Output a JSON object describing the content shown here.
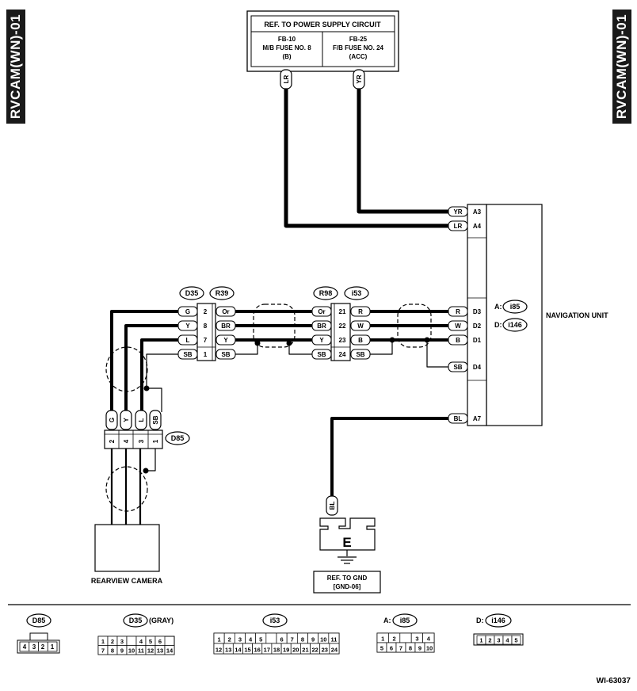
{
  "side_tab": "RVCAM(WN)-01",
  "figure_id": "WI-63037",
  "power_supply": {
    "title": "REF. TO POWER SUPPLY CIRCUIT",
    "left": [
      "FB-10",
      "M/B FUSE NO. 8",
      "(B)"
    ],
    "right": [
      "FB-25",
      "F/B FUSE NO. 24",
      "(ACC)"
    ]
  },
  "navigation_unit": {
    "label": "NAVIGATION UNIT",
    "conn_a_prefix": "A:",
    "conn_a": "i85",
    "conn_d_prefix": "D:",
    "conn_d": "i146",
    "pins": [
      "A3",
      "A4",
      "D3",
      "D2",
      "D1",
      "D4",
      "A7"
    ],
    "wires": [
      "YR",
      "LR",
      "R",
      "W",
      "B",
      "SB",
      "BL"
    ]
  },
  "top_wires": [
    "LR",
    "YR"
  ],
  "connectors": {
    "d35": "D35",
    "r39": "R39",
    "r98": "R98",
    "i53": "i53",
    "d85": "D85"
  },
  "d35_pins": [
    "2",
    "8",
    "7",
    "1"
  ],
  "d35_wires": [
    "G",
    "Y",
    "L",
    "SB"
  ],
  "r39_wires": [
    "Or",
    "BR",
    "Y",
    "SB"
  ],
  "r98_wires": [
    "Or",
    "BR",
    "Y",
    "SB"
  ],
  "i53_pins": [
    "21",
    "22",
    "23",
    "24"
  ],
  "i53_wires": [
    "R",
    "W",
    "B",
    "SB"
  ],
  "camera_wires": [
    "G",
    "Y",
    "L",
    "SB"
  ],
  "d85_pins": [
    "2",
    "4",
    "3",
    "1"
  ],
  "camera_label": "REARVIEW CAMERA",
  "ground": {
    "wire": "BL",
    "letter": "E",
    "ref": [
      "REF. TO GND",
      "[GND-06]"
    ]
  },
  "legend": {
    "d85": {
      "name": "D85",
      "pins": [
        "4",
        "3",
        "2",
        "1"
      ]
    },
    "d35": {
      "name": "D35",
      "note": "(GRAY)",
      "row1": [
        "1",
        "2",
        "3",
        "",
        "4",
        "5",
        "6"
      ],
      "row2": [
        "7",
        "8",
        "9",
        "10",
        "11",
        "12",
        "13",
        "14"
      ]
    },
    "i53": {
      "name": "i53",
      "row1": [
        "1",
        "2",
        "3",
        "4",
        "5",
        "",
        "6",
        "7",
        "8",
        "9",
        "10",
        "11"
      ],
      "row2": [
        "12",
        "13",
        "14",
        "15",
        "16",
        "17",
        "18",
        "19",
        "20",
        "21",
        "22",
        "23",
        "24"
      ]
    },
    "i85": {
      "prefix": "A:",
      "name": "i85",
      "row1": [
        "1",
        "2",
        "",
        "3",
        "4"
      ],
      "row2": [
        "5",
        "6",
        "7",
        "8",
        "9",
        "10"
      ]
    },
    "i146": {
      "prefix": "D:",
      "name": "i146",
      "pins": [
        "1",
        "2",
        "3",
        "4",
        "5"
      ]
    }
  }
}
